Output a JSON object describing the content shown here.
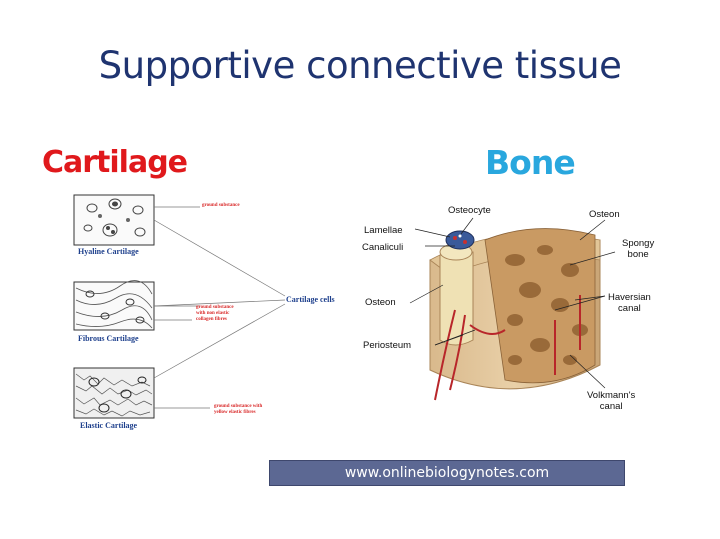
{
  "title": "Supportive connective tissue",
  "cartilage": {
    "heading": "Cartilage",
    "boxes": [
      {
        "label": "Hyaline Cartilage",
        "note": "ground substance"
      },
      {
        "label": "Fibrous Cartilage",
        "note_lines": [
          "ground substance",
          "with non elastic",
          "collagen fibres"
        ]
      },
      {
        "label": "Elastic Cartilage",
        "note_lines": [
          "ground substance with",
          "yellow elastic fibres"
        ]
      }
    ],
    "cells_label": "Cartilage cells"
  },
  "bone": {
    "heading": "Bone",
    "labels": {
      "osteocyte": "Osteocyte",
      "osteon_top": "Osteon",
      "lamellae": "Lamellae",
      "spongy_bone_1": "Spongy",
      "spongy_bone_2": "bone",
      "canaliculi": "Canaliculi",
      "osteon_left": "Osteon",
      "haversian_1": "Haversian",
      "haversian_2": "canal",
      "periosteum": "Periosteum",
      "volkmann_1": "Volkmann's",
      "volkmann_2": "canal"
    }
  },
  "footer": "www.onlinebiologynotes.com",
  "colors": {
    "title": "#1f3470",
    "cartilage": "#e0191c",
    "bone": "#29a7de",
    "footer_bg": "#5c6893"
  }
}
